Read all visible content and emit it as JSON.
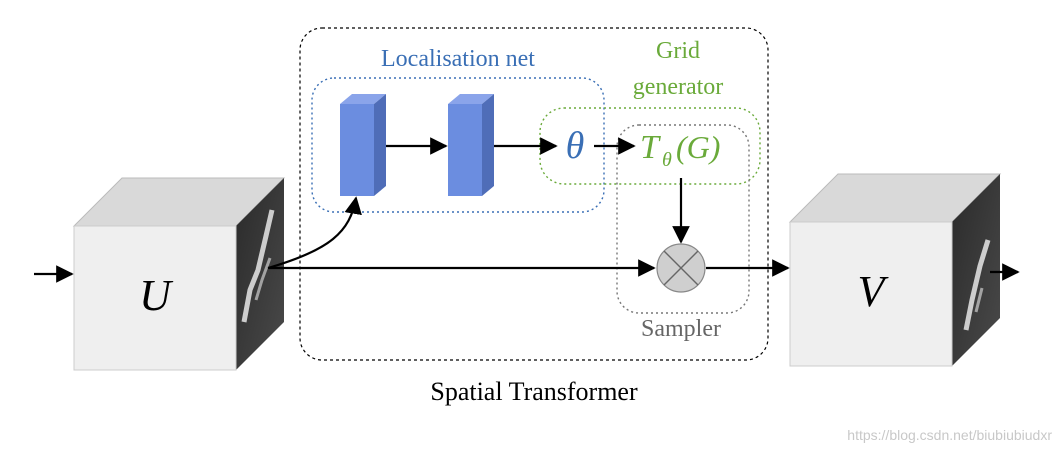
{
  "diagram": {
    "title": "Spatial Transformer",
    "input_label": "U",
    "output_label": "V",
    "localisation_label": "Localisation net",
    "grid_generator_label_line1": "Grid",
    "grid_generator_label_line2": "generator",
    "theta_label": "θ",
    "transform_main": "T",
    "transform_sub": "θ",
    "transform_arg": "(G)",
    "sampler_label": "Sampler",
    "watermark": "https://blog.csdn.net/biubiubiudxr",
    "colors": {
      "localisation": "#3a6fb5",
      "grid": "#6aaa3a",
      "sampler": "#666666",
      "block_fill": "#6b8de0",
      "block_side": "#4f6db8",
      "box_face": "#efefef",
      "box_top": "#d9d9d9",
      "box_side": "#3a3a3a",
      "sampler_node": "#cfcfcf"
    }
  }
}
